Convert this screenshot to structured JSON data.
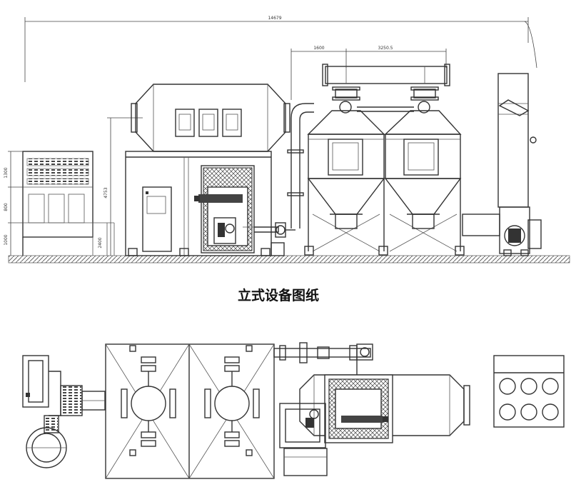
{
  "title": "立式设备图纸",
  "dims": {
    "overall_length": "14679",
    "tower_width": "1600",
    "tower_spacing": "3250.5",
    "vert_1": "1300",
    "vert_2": "800",
    "vert_3": "1000",
    "vert_4": "4753",
    "vert_5": "2400"
  },
  "colors": {
    "line": "#333333",
    "ground": "#777777"
  }
}
